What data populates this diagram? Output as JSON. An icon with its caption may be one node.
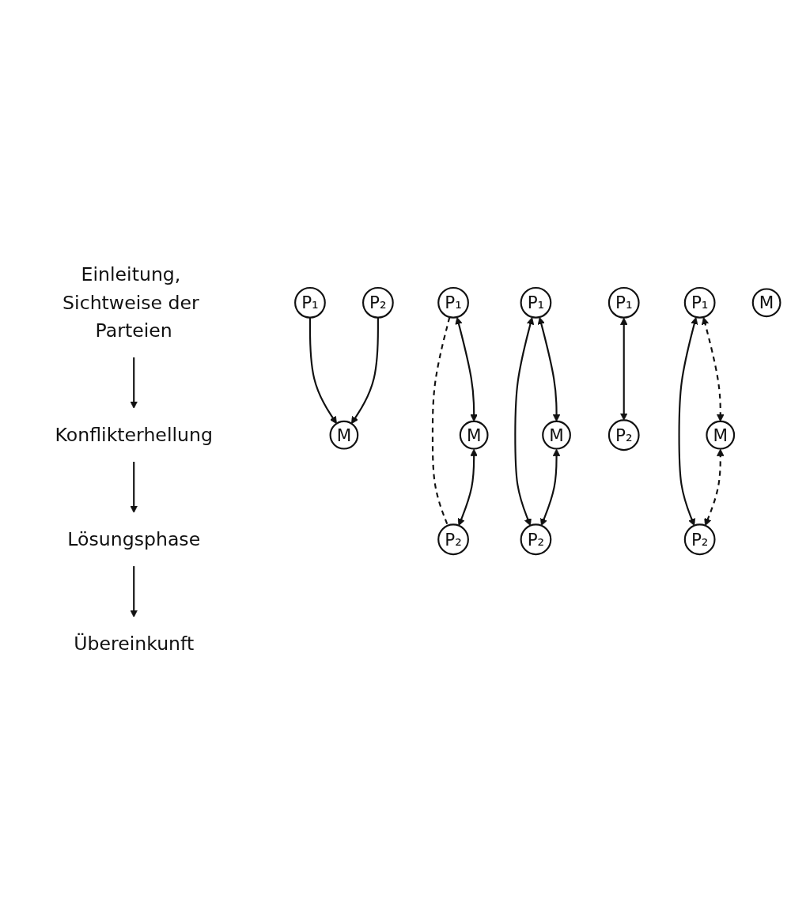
{
  "diagram": {
    "nodes": [
      {
        "text": [
          "Einleitung, Sichtweise der Parteien"
        ]
      },
      {
        "text": [
          "Konflikterhellung"
        ]
      },
      {
        "text": [
          "Lösungsphase"
        ]
      },
      {
        "text": [
          "Übereinkunft"
        ]
      },
      {
        "text": [
          "P₁"
        ]
      },
      {
        "text": [
          "P₂"
        ]
      },
      {
        "text": [
          "M"
        ]
      },
      {
        "text": [
          "P₁"
        ]
      },
      {
        "text": [
          "P₂"
        ]
      },
      {
        "text": [
          "M"
        ]
      },
      {
        "text": [
          "P₁"
        ]
      },
      {
        "text": [
          "P₂"
        ]
      },
      {
        "text": [
          "M"
        ]
      },
      {
        "text": [
          "P₁"
        ]
      },
      {
        "text": [
          "P₂"
        ]
      },
      {
        "text": [
          "M"
        ]
      },
      {
        "text": [
          "P₁"
        ]
      },
      {
        "text": [
          "P₂"
        ]
      },
      {
        "text": [
          "M"
        ]
      }
    ],
    "edges": [
      {
        "from": 0,
        "to": 1,
        "arrow": "to"
      },
      {
        "from": 1,
        "to": 2,
        "arrow": "to"
      },
      {
        "from": 2,
        "to": 3,
        "arrow": "to"
      },
      {
        "from": 4,
        "to": 6,
        "arrow": "to"
      },
      {
        "from": 5,
        "to": 6,
        "arrow": "to"
      },
      {
        "from": 7,
        "to": 8,
        "arrow": "none",
        "style": "dashed"
      },
      {
        "from": 7,
        "to": 9,
        "arrow": "both"
      },
      {
        "from": 9,
        "to": 8,
        "arrow": "both"
      },
      {
        "from": 10,
        "to": 11,
        "arrow": "both"
      },
      {
        "from": 10,
        "to": 12,
        "arrow": "both"
      },
      {
        "from": 12,
        "to": 11,
        "arrow": "both"
      },
      {
        "from": 13,
        "to": 14,
        "arrow": "both"
      },
      {
        "from": 13,
        "to": 15,
        "arrow": "both",
        "style": "dashed"
      },
      {
        "from": 15,
        "to": 14,
        "arrow": "both",
        "style": "dashed"
      },
      {
        "from": 16,
        "to": 17,
        "arrow": "both"
      }
    ]
  }
}
